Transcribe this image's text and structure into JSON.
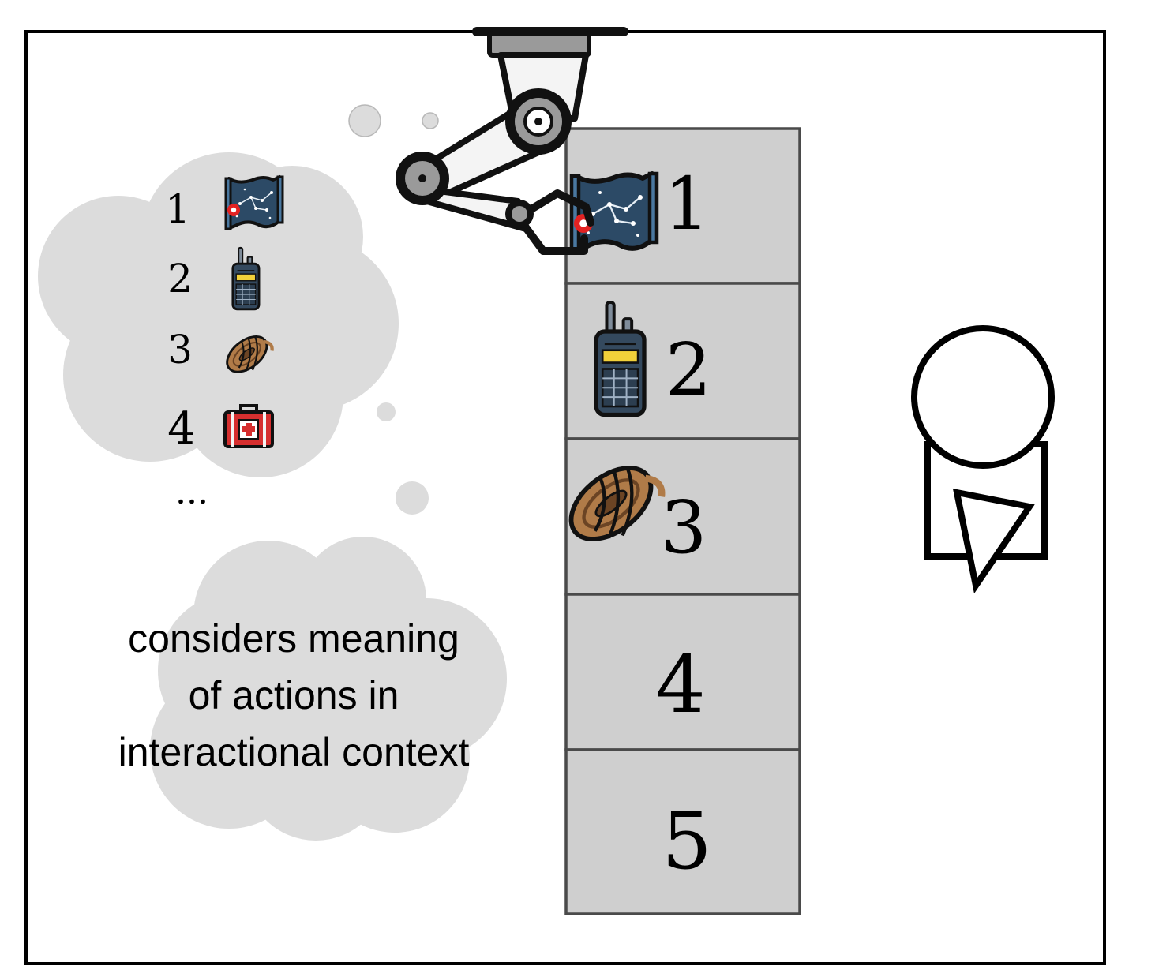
{
  "thought_list": {
    "items": [
      {
        "number": "1",
        "icon": "star-map-icon"
      },
      {
        "number": "2",
        "icon": "walkie-talkie-icon"
      },
      {
        "number": "3",
        "icon": "rope-icon"
      },
      {
        "number": "4",
        "icon": "first-aid-kit-icon"
      }
    ],
    "ellipsis": "..."
  },
  "caption": {
    "line1": "considers meaning",
    "line2": "of actions in",
    "line3": "interactional context"
  },
  "shelf": {
    "cells": [
      {
        "number": "1",
        "icon": "star-map-icon",
        "state": "being picked by robot gripper"
      },
      {
        "number": "2",
        "icon": "walkie-talkie-icon"
      },
      {
        "number": "3",
        "icon": "rope-icon"
      },
      {
        "number": "4",
        "icon": ""
      },
      {
        "number": "5",
        "icon": ""
      }
    ]
  },
  "agents": {
    "robot": "robot-arm-icon",
    "human": "person-icon"
  },
  "colors": {
    "thought_cloud": "#dcdcdc",
    "shelf_cell": "#cfcfcf",
    "map_blue": "#2c4a66",
    "radio_dark": "#34495e",
    "radio_screen": "#f2d13a",
    "rope_brown": "#b07b48",
    "kit_red": "#d62f2f"
  }
}
